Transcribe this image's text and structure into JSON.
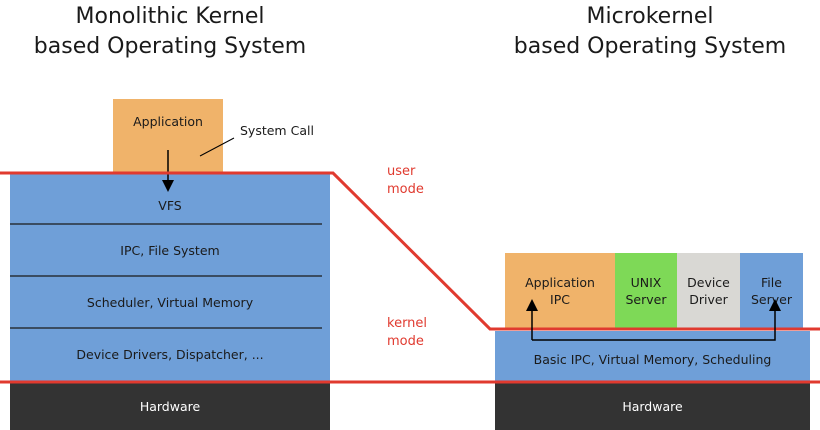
{
  "left": {
    "title_line1": "Monolithic Kernel",
    "title_line2": "based Operating System",
    "application": "Application",
    "system_call": "System Call",
    "layers": [
      "VFS",
      "IPC, File System",
      "Scheduler, Virtual Memory",
      "Device Drivers, Dispatcher, ..."
    ],
    "hardware": "Hardware"
  },
  "right": {
    "title_line1": "Microkernel",
    "title_line2": "based Operating System",
    "servers": [
      {
        "line1": "Application",
        "line2": "IPC"
      },
      {
        "line1": "UNIX",
        "line2": "Server"
      },
      {
        "line1": "Device",
        "line2": "Driver"
      },
      {
        "line1": "File",
        "line2": "Server"
      }
    ],
    "kernel": "Basic IPC, Virtual Memory, Scheduling",
    "hardware": "Hardware"
  },
  "modes": {
    "user_line1": "user",
    "user_line2": "mode",
    "kernel_line1": "kernel",
    "kernel_line2": "mode"
  },
  "colors": {
    "blue": "#6f9fd8",
    "orange": "#f0b36a",
    "green": "#7ed957",
    "gray": "#d9d8d4",
    "hardware": "#333333",
    "red": "#e03a2f"
  }
}
